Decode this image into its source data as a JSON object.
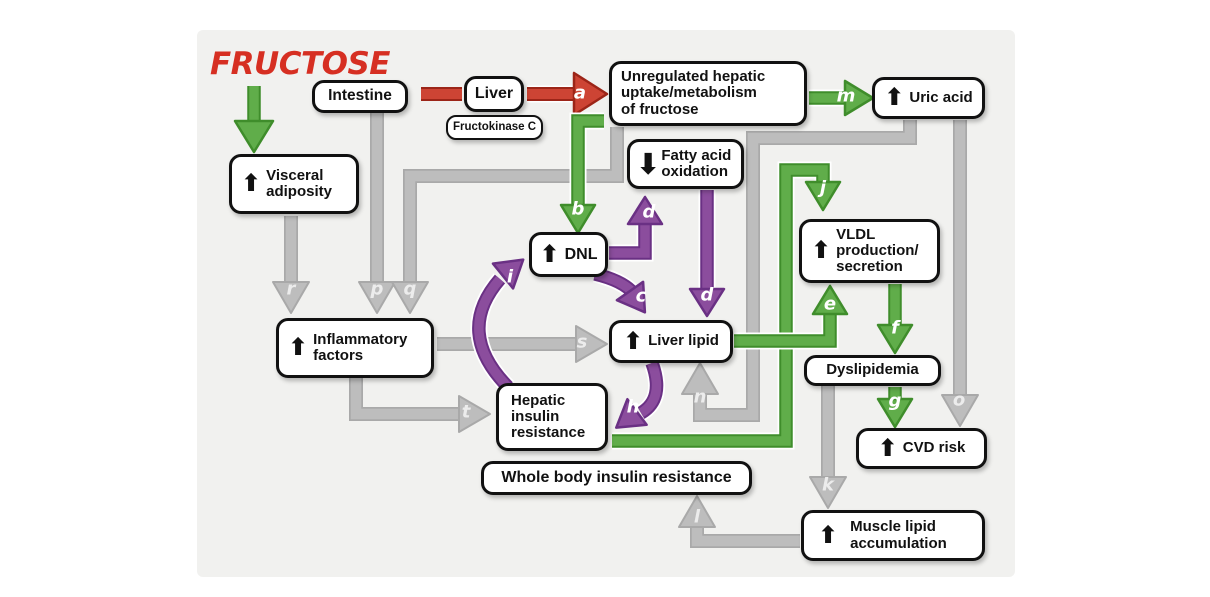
{
  "title": "FRUCTOSE",
  "palette": {
    "green": "#60ad4a",
    "purple": "#8b4d9d",
    "red": "#cd4434",
    "gray": "#bdbdbd",
    "title_red": "#d62f22",
    "node_border": "#111111",
    "panel_background": "#f1f1ef"
  },
  "nodes": {
    "intestine": {
      "label": "Intestine"
    },
    "liver": {
      "label": "Liver"
    },
    "fructokinase": {
      "label": "Fructokinase C"
    },
    "unregulated": {
      "label": "Unregulated hepatic\nuptake/metabolism\nof fructose"
    },
    "uric_acid": {
      "ind": "⬆",
      "label": "Uric acid"
    },
    "visceral": {
      "ind": "⬆",
      "label": "Visceral\nadiposity"
    },
    "fatty_acid_oxidation": {
      "ind": "⬇",
      "label": "Fatty acid\noxidation"
    },
    "dnl": {
      "ind": "⬆",
      "label": "DNL"
    },
    "vldl": {
      "ind": "⬆",
      "label": "VLDL\nproduction/\nsecretion"
    },
    "liver_lipid": {
      "ind": "⬆",
      "label": "Liver lipid"
    },
    "inflammatory": {
      "ind": "⬆",
      "label": "Inflammatory\nfactors"
    },
    "hepatic_ir": {
      "label": "Hepatic\ninsulin\nresistance"
    },
    "dyslipidemia": {
      "label": "Dyslipidemia"
    },
    "cvd_risk": {
      "ind": "⬆",
      "label": "CVD risk"
    },
    "whole_body": {
      "label": "Whole body insulin resistance"
    },
    "muscle_lipid": {
      "ind": "⬆",
      "label": "Muscle lipid\naccumulation"
    }
  },
  "edge_labels": {
    "a": "a",
    "b": "b",
    "c": "c",
    "d": "d",
    "e": "e",
    "f": "f",
    "g": "g",
    "h": "h",
    "i": "i",
    "j": "j",
    "k": "k",
    "l": "l",
    "m": "m",
    "n": "n",
    "o": "o",
    "p": "p",
    "q": "q",
    "r": "r",
    "s": "s",
    "t": "t"
  }
}
